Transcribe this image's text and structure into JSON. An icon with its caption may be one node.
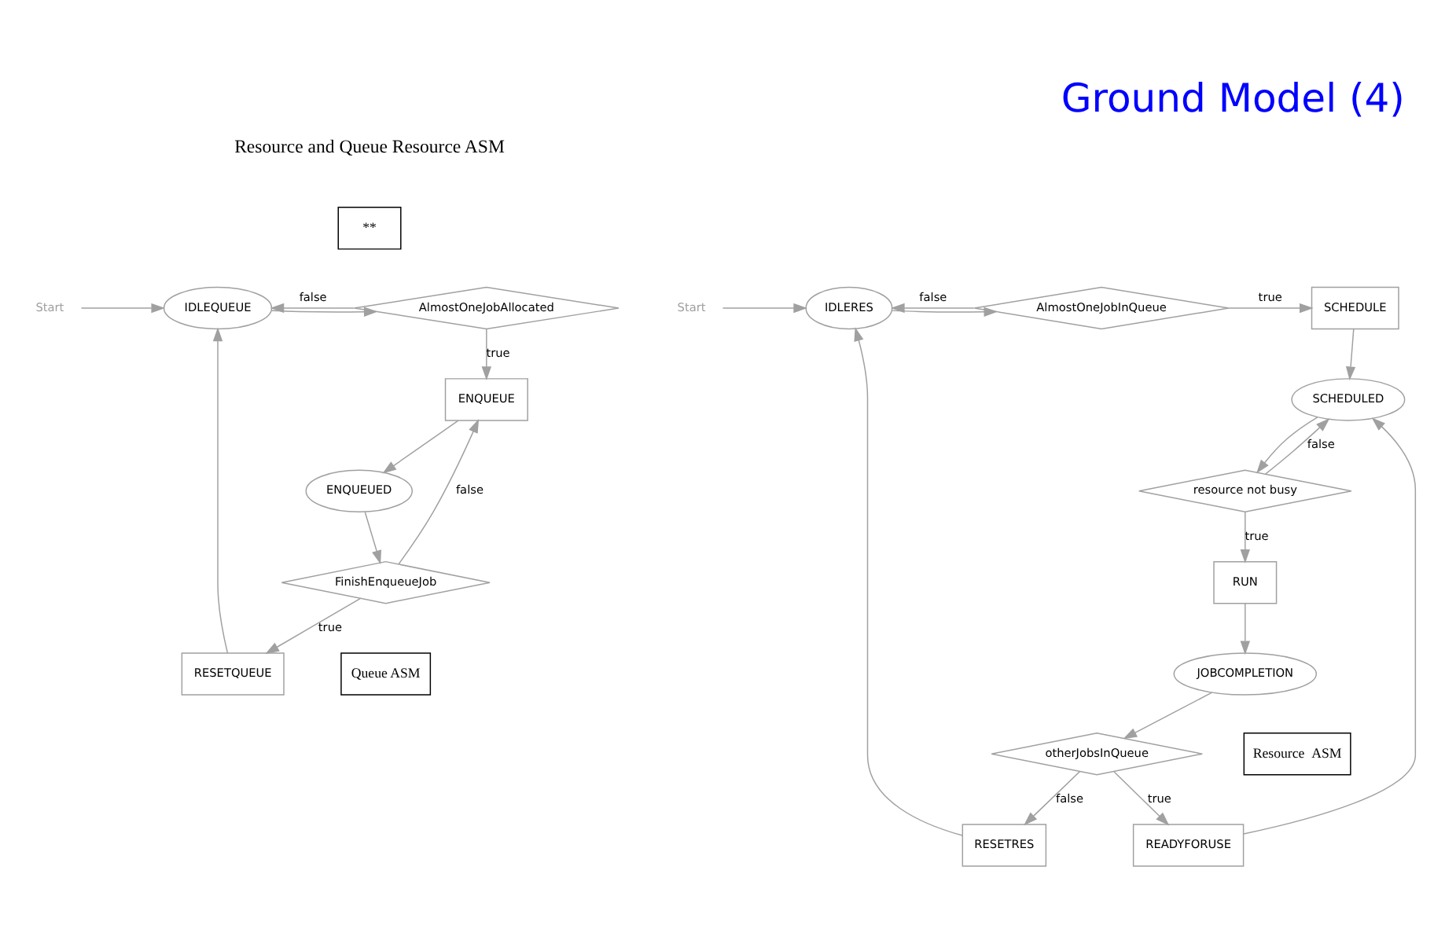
{
  "diagram": {
    "title": "Ground Model (4)",
    "nodes": [
      {
        "text": [
          "**"
        ]
      },
      {
        "text": [
          "Start"
        ]
      },
      {
        "text": [
          "IDLEQUEUE"
        ]
      },
      {
        "text": [
          "AlmostOneJobAllocated"
        ]
      },
      {
        "text": [
          "RESETQUEUE"
        ]
      },
      {
        "text": [
          "ENQUEUE"
        ]
      },
      {
        "text": [
          "ENQUEUED"
        ]
      },
      {
        "text": [
          "FinishEnqueueJob"
        ]
      },
      {
        "text": [
          "Start"
        ]
      },
      {
        "text": [
          "IDLERES"
        ]
      },
      {
        "text": [
          "AlmostOneJobInQueue"
        ]
      },
      {
        "text": [
          "SCHEDULE"
        ]
      },
      {
        "text": [
          "SCHEDULED"
        ]
      },
      {
        "text": [
          "READYFORUSE"
        ]
      },
      {
        "text": [
          "RESETRES"
        ]
      },
      {
        "text": [
          "resource not busy"
        ]
      },
      {
        "text": [
          "otherJobsInQueue"
        ]
      },
      {
        "text": [
          "JOBCOMPLETION"
        ]
      },
      {
        "text": [
          "RUN"
        ]
      },
      {
        "text": [
          "Queue ASM"
        ]
      },
      {
        "text": [
          "Resource  ASM"
        ]
      }
    ],
    "edges": [
      {
        "from": 1,
        "to": 2,
        "arrow": "to"
      },
      {
        "from": 2,
        "to": 3,
        "arrow": "to"
      },
      {
        "from": 3,
        "to": 2,
        "arrow": "to",
        "label": "false"
      },
      {
        "from": 3,
        "to": 5,
        "arrow": "to",
        "label": "true"
      },
      {
        "from": 5,
        "to": 6,
        "arrow": "to"
      },
      {
        "from": 6,
        "to": 7,
        "arrow": "to"
      },
      {
        "from": 7,
        "to": 4,
        "arrow": "to",
        "label": "true"
      },
      {
        "from": 4,
        "to": 2,
        "arrow": "to"
      },
      {
        "from": 7,
        "to": 5,
        "arrow": "to",
        "label": "false"
      },
      {
        "from": 8,
        "to": 9,
        "arrow": "to"
      },
      {
        "from": 9,
        "to": 10,
        "arrow": "to"
      },
      {
        "from": 10,
        "to": 11,
        "arrow": "to",
        "label": "true"
      },
      {
        "from": 10,
        "to": 9,
        "arrow": "to",
        "label": "false"
      },
      {
        "from": 11,
        "to": 12,
        "arrow": "to"
      },
      {
        "from": 12,
        "to": 15,
        "arrow": "to"
      },
      {
        "from": 15,
        "to": 12,
        "arrow": "to",
        "label": "false"
      },
      {
        "from": 15,
        "to": 18,
        "arrow": "to",
        "label": "true"
      },
      {
        "from": 18,
        "to": 17,
        "arrow": "to"
      },
      {
        "from": 17,
        "to": 16,
        "arrow": "to"
      },
      {
        "from": 16,
        "to": 14,
        "arrow": "to",
        "label": "false"
      },
      {
        "from": 16,
        "to": 13,
        "arrow": "to",
        "label": "true"
      },
      {
        "from": 13,
        "to": 12,
        "arrow": "to"
      },
      {
        "from": 14,
        "to": 9,
        "arrow": "to"
      }
    ],
    "labels": [
      "Resource and Queue Resource ASM"
    ]
  }
}
